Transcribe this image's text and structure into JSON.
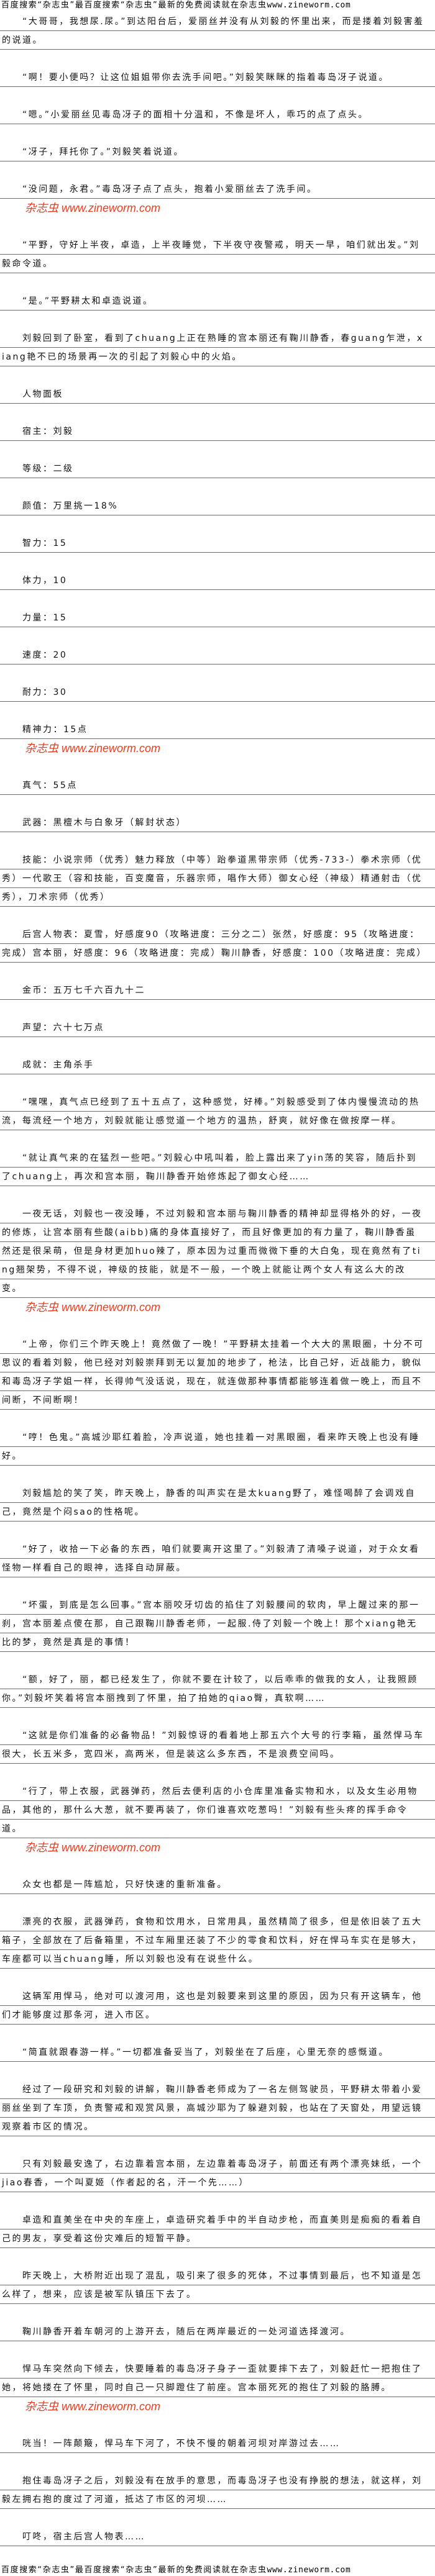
{
  "banner": {
    "text": "百度搜索“杂志虫”最百度搜索“杂志虫”最新的免费阅读就在杂志虫",
    "url": "www.zineworm.com"
  },
  "watermark": "杂志虫 www.zineworm.com",
  "colors": {
    "watermark": "#ee3a1c",
    "rule": "#6a6a6a",
    "text": "#111111"
  },
  "paragraphs": [
    "“大哥哥，我想尿.尿。”到达阳台后，爱丽丝并没有从刘毅的怀里出来，而是搂着刘毅害羞的说道。",
    "“啊！要小便吗？让这位姐姐带你去洗手间吧。”刘毅笑眯眯的指着毒岛冴子说道。",
    "“嗯。”小爱丽丝见毒岛冴子的面相十分温和，不像是坏人，乖巧的点了点头。",
    "“冴子，拜托你了。”刘毅笑着说道。",
    "“没问题，永君。”毒岛冴子点了点头，抱着小爱丽丝去了洗手间。",
    "“平野，守好上半夜，卓造，上半夜睡觉，下半夜守夜警戒，明天一早，咱们就出发。”刘毅命令道。",
    "“是。”平野耕太和卓造说道。",
    "刘毅回到了卧室，看到了chuang上正在熟睡的宫本丽还有鞠川静香，春guang乍泄，xiang艳不已的场景再一次的引起了刘毅心中的火焰。",
    "人物面板",
    "宿主：刘毅",
    "等级：二级",
    "颜值：万里挑一18%",
    "智力：15",
    "体力，10",
    "力量：15",
    "速度：20",
    "耐力：30",
    "精神力：15点",
    "真气：55点",
    "武器：黑檀木与白象牙（解封状态）",
    "技能：小说宗师（优秀）魅力释放（中等）跆拳道黑带宗师（优秀-733-）拳术宗师（优秀）一代歌王（容和技能，百变魔音，乐器宗师，唱作大师）御女心经（神级）精通射击（优秀），刀术宗师（优秀）",
    "后宫人物表：夏雪，好感度90（攻略进度：三分之二）张然，好感度：95（攻略进度：完成）宫本丽，好感度：96（攻略进度：完成）鞠川静香，好感度：100（攻略进度：完成）",
    "金币：五万七千六百九十二",
    "声望：六十七万点",
    "成就：主角杀手",
    "“嘿嘿，真气点已经到了五十五点了，这种感觉，好棒。”刘毅感受到了体内慢慢流动的热流，每流经一个地方，刘毅就能让感觉道一个地方的温热，舒爽，就好像在做按摩一样。",
    "“就让真气来的在猛烈一些吧。”刘毅心中吼叫着，脸上露出来了yin荡的笑容，随后扑到了chuang上，再次和宫本丽，鞠川静香开始修炼起了御女心经……",
    "一夜无话，刘毅也一夜没睡，不过刘毅和宫本丽与鞠川静香的精神却显得格外的好，一夜的修炼，让宫本丽有些酸(aibb)痛的身体直接好了，而且好像更加的有力量了，鞠川静香虽然还是很呆萌，但是身材更加huo辣了，原本因为过重而微微下垂的大白兔，现在竟然有了ting翘架势，不得不说，神级的技能，就是不一般，一个晚上就能让两个女人有这么大的改变。",
    "“上帝，你们三个昨天晚上！竟然做了一晚！”平野耕太挂着一个大大的黑眼圈，十分不可思议的看着刘毅，他已经对刘毅崇拜到无以复加的地步了，枪法，比自己好，近战能力，貌似和毒岛冴子学姐一样，长得帅气没话说，现在，就连做那种事情都能够连着做一晚上，而且不间断，不间断啊！",
    "“哼！色鬼。”高城沙耶红着脸，冷声说道，她也挂着一对黑眼圈，看来昨天晚上也没有睡好。",
    "刘毅尴尬的笑了笑，昨天晚上，静香的叫声实在是太kuang野了，难怪喝醉了会调戏自己，竟然是个闷sao的性格呢。",
    "“好了，收拾一下必备的东西，咱们就要离开这里了。”刘毅清了清嗓子说道，对于众女看怪物一样看自己的眼神，选择自动屏蔽。",
    "“坏蛋，到底是怎么回事。”宫本丽咬牙切齿的掐住了刘毅腰间的软肉，早上醒过来的那一刹，宫本丽差点傻在那，自己跟鞠川静香老师，一起服.侍了刘毅一个晚上！那个xiang艳无比的梦，竟然是真是的事情！",
    "“额，好了，丽，都已经发生了，你就不要在计较了，以后乖乖的做我的女人，让我照顾你。”刘毅坏笑着将宫本丽拽到了怀里，拍了拍她的qiao臀，真软啊……",
    "“这就是你们准备的必备物品！”刘毅惊讶的看着地上那五六个大号的行李箱，虽然悍马车很大，长五米多，宽四米，高两米，但是装这么多东西，不是浪费空间吗。",
    "“行了，带上衣服，武器弹药，然后去便利店的小仓库里准备实物和水，以及女生必用物品，其他的，那什么大葱，就不要再装了，你们谁喜欢吃葱吗！”刘毅有些头疼的挥手命令道。",
    "众女也都是一阵尴尬，只好快速的重新准备。",
    "漂亮的衣服，武器弹药，食物和饮用水，日常用具，虽然精简了很多，但是依旧装了五大箱子，全部放在了后备箱里，不过车厢里还装了不少的零食和饮料，好在悍马车实在是够大，车座都可以当chuang睡，所以刘毅也没有在说些什么。",
    "这辆军用悍马，绝对可以渡河用，这也是刘毅要来到这里的原因，因为只有开这辆车，他们才能够度过那条河，进入市区。",
    "“简直就跟春游一样。”一切都准备妥当了，刘毅坐在了后座，心里无奈的感慨道。",
    "经过了一段研究和刘毅的讲解，鞠川静香老师成为了一名左侧驾驶员，平野耕太带着小爱丽丝坐到了车顶，负责警戒和观赏风景，高城沙耶为了躲避刘毅，也站在了天窗处，用望远镜观察着市区的情况。",
    "只有刘毅最安逸了，右边靠着宫本丽，左边靠着毒岛冴子，前面还有两个漂亮妹纸，一个jiao春香，一个叫夏姬（作者起的名，汗一个先……）",
    "卓造和直美坐在中央的车座上，卓造研究着手中的半自动步枪，而直美则是痴痴的看着自己的男友，享受着这份灾难后的短暂平静。",
    "昨天晚上，大桥附近出现了混乱，吸引来了很多的死体，不过事情到最后，也不知道是怎么样了，想来，应该是被军队镇压下去了。",
    "鞠川静香开着车朝河的上游开去，随后在两岸最近的一处河道选择渡河。",
    "悍马车突然向下倾去，快要睡着的毒岛冴子身子一歪就要摔下去了，刘毅赶忙一把抱住了她，将她搂在了怀里，同时自己一只脚蹬住了前座。宫本丽死死的抱住了刘毅的胳膊。",
    "咣当！一阵颠簸，悍马车下河了，不快不慢的朝着河坝对岸游过去……",
    "抱住毒岛冴子之后，刘毅没有在放手的意思，而毒岛冴子也没有挣脱的想法，就这样，刘毅左拥右抱的度过了河道，抵达了市区的河坝……",
    "叮咚，宿主后宫人物表……"
  ]
}
